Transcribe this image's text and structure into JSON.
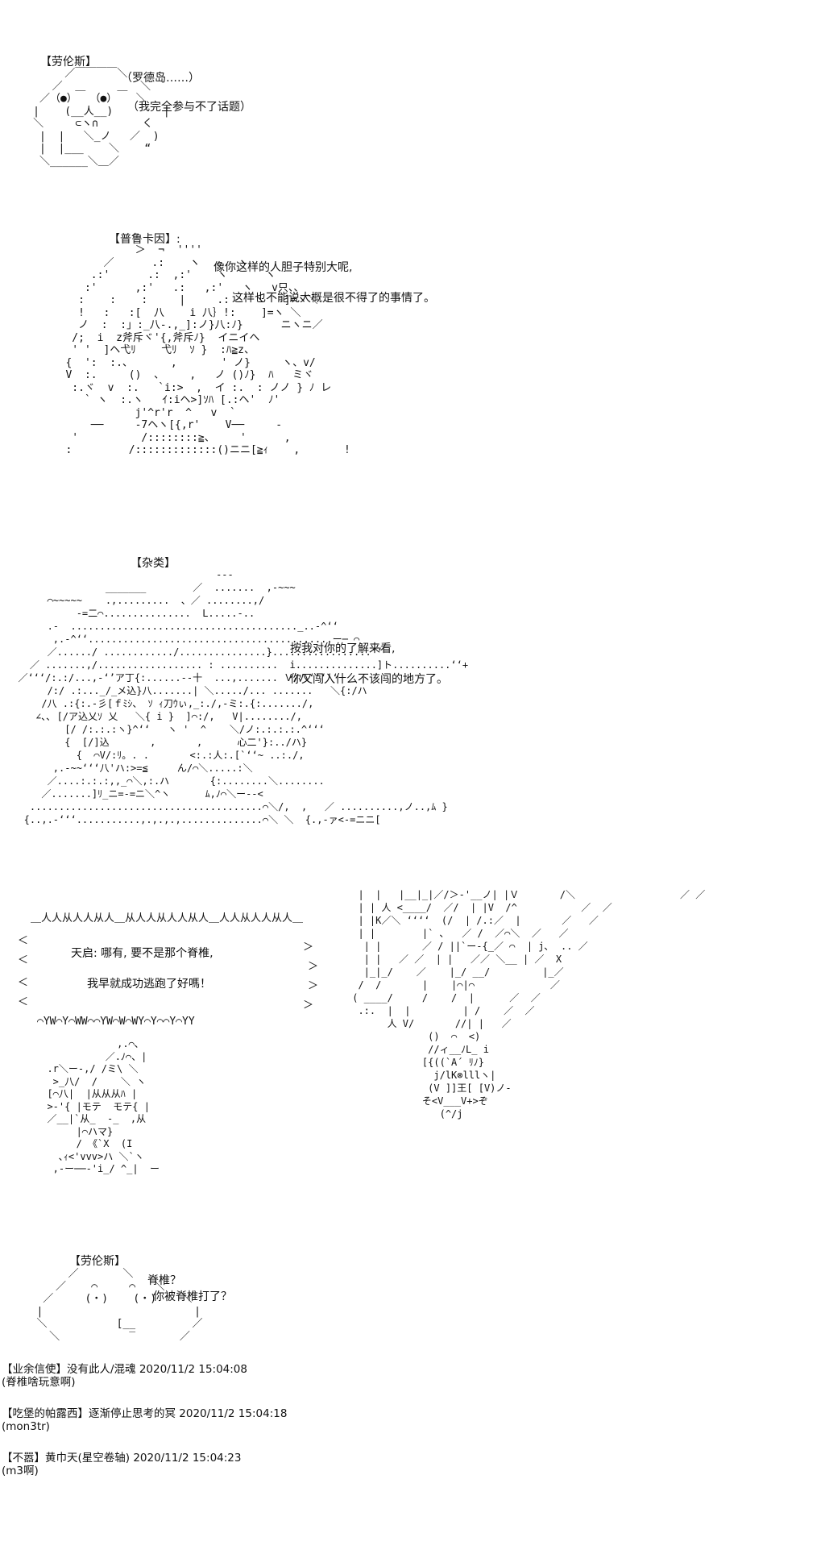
{
  "scene1": {
    "title": "【劳伦斯】",
    "lines": [
      "（罗德岛……）",
      "（我完全参与不了话题）"
    ],
    "art": "          ／￣￣￣￣＼\n        ／  ＿     ＿  ＼\n      ／（●）  （●）   ＼\n     |    (__人__)        |\n     ＼     ⊂ヽ∩       く\n      |  |   ＼_ノ   ／  )\n      |  |___    ＼    “\n      ＼______＼＿／"
  },
  "scene2": {
    "title": "【普鲁卡因】:",
    "lines": [
      "像你这样的人胆子特别大呢,",
      "这样也不能说大概是很不得了的事情了。"
    ],
    "art": "              ＞  ¬  ''''\n         ／      .:    ヽ      ヽ\n       .:'      .:  ,:'    ヽ      ヽ\n      :'      ,:'   .:   ,:'   ヽ   v只、、\n     :    :    :     |     .:    ヽ   ]=ヽ＼\n     !   :   :[  八    i 八｝!:    ]=ヽ ＼\n     ノ  :  :」:_八-.,_]:ノ}八:ﾉ}      ニヽニ／\n    /;  i  z斧斥ヾ'{,斧斥ﾉ}  イニイヘ\n    ' '  ]ヘ弋ﾘ    弋ﾘ  ｿ }  :ﾊ≧z、\n   {  ':  :.、      ,       ' ノ}     ヽ、v/\n   V  :.     ()  、    ,   ノ ()ﾉ}  ﾊ   ミヾ\n    :.ヾ  v  :.   `i:>  ,  イ :.  : ノノ } ﾉ レ\n      ` ヽ  :.ヽ   ｲ:iヘ>]ｿﾊ [.:ヘ'  ﾉ'\n              j'^r'r  ^   v  `\n       ──     -7ヘヽ[{,r'    V──     -\n    '          /::::::::≧、    '      ,\n   :         /:::::::::::::()ニニ[≧ｨ    ,       !"
  },
  "scene3": {
    "title": "【杂类】",
    "lines": [
      "按我对你的了解来看,",
      "你又闯入什么不该闯的地方了。"
    ],
    "art": "                                    ---\n                 _______        ／  .......  ,-~~~\n       ⌒~~~~~    .,.........  、／ ........,/\n            -=二⌒...............  L.....-..\n       .-  ......................................._..-^‘‘\n        ,.-^‘‘..........................................ー─ ⌒\n       ／....../ ............/...............}.................‘‘\n    ／ .......,/.................. : ..........  i..............]ト..........‘‘+\n  ／‘‘‘/:.:/...,-‘’ア丁{:......--十  ...,....... Ｖ/ハ‘‘‘‘‘\n       /:/ .:..._/_メ込}八.......| ＼...../... .......   ＼{:/ハ\n      /八 .:{:.-彡[ｆﾐｼ、 ｿ ｨ刀ｳぃ,_:./,-ミ:.{:......./,\n     ∠､､ [/ア込乂ｿ 乂   ＼{ i }  ]⌒:/,   V|......../,\n          [/ /:.:.:ヽ}^‘‘   ヽ '  ^    ＼/ノ:.:.:.:.^‘‘‘\n          {  [/]込       ,       ,      心二'}:../ハ}\n            {  ⌒V/:ﾘ。. .       <:.:人:.[`‘‘~ ..:./,\n        ,.-~~‘‘‘八'ハ:>=≦     ん/⌒＼.....:＼\n       ／....:.:.:,,_⌒＼,:.ハ       {:........＼........\n      ／.......]ﾘ_ニ=-=ニ＼^ヽ      ﾑ,ﾉ⌒＼ー--<\n    ........................................⌒＼/,  ,   ／ ..........,ノ..,ﾑ }\n   {..,.-‘‘‘...........,.,.,.,..............⌒＼ ＼  {.,-ァ<-=ニニ["
  },
  "scene4": {
    "bubble_lines": [
      "天启: 哪有, 要不是那个脊椎,",
      "我早就成功逃跑了好嗎！"
    ],
    "bubble_top": "＿人人从人人从人＿从人人从人人从人＿人人从人人从人＿",
    "bubble_bottom": "⌒YW⌒Y⌒WW⌒⌒YW⌒W⌒WY⌒Y⌒⌒Y⌒YY",
    "art_small": "              ,.⌒､\n            ／.ﾉ⌒、|\n  .r＼ー-,/ /ミ\\ ＼\n   >_八/  /    ＼ ヽ\n  [⌒八|  |从从从ﾊ |\n  >-'{ |モテ  モテ{ |\n  ／__|`从_  -_  ,从\n       |⌒ハマ}\n       / 《`X  (I\n    ､ｨ<'vvv>ハ ＼`ヽ\n   ,-ー──‐'i_/ ^_|  ー",
    "art_large": "  |  |   |__|_|／/＞‐'__ノ| |Ｖ       /＼                  ／ ／\n  | | 人 <____/  ／/  | |V  /^           ／  ／\n  | |K／＼ ‘‘‘‘  (/  | /.:／  |       ／   ／\n  | |        |` ､   ／ /  ／⌒＼  ／   ／\n   | |       ／ / ||`ー-{_／ ⌒  | j､  .. ／\n   | |   ／ ／  | |   ／／ ＼__ | ／  X\n   |_|_/    ／    |_/ __/         |_／\n  /  /       |    |⌒|⌒             ／\n ( ____/     /    /  |      ／  ／\n  .:.  |  |         | /    ／  ／\n       人 V/       //| |   ／\n              ()  ⌒  <)\n              //ィ__ﾉL_ i\n             [{((`A´ ﾘﾉ}\n               j/lK⊗lllヽ|\n              (V ]]王[ [V)ノ‐\n             そ<V___V+>ぞ\n                (^/j"
  },
  "scene5": {
    "title": "【劳伦斯】",
    "lines": [
      "脊椎？",
      "你被脊椎打了？"
    ],
    "art": "        ／       ＼\n      ／    ⌒     ⌒   ＼\n    ／     (・)    (・)    ＼\n   |                        |\n   ＼           [__         ／\n     ＼           ‾       ／"
  },
  "comments": [
    {
      "header": "【业余信使】没有此人/混魂 2020/11/2 15:04:08",
      "body": "(脊椎啥玩意啊)"
    },
    {
      "header": "【吃堡的帕露西】逐渐停止思考的冥 2020/11/2 15:04:18",
      "body": "(mon3tr)"
    },
    {
      "header": "【不嚣】黄巾天(星空卷轴) 2020/11/2 15:04:23",
      "body": "(m3啊)"
    }
  ]
}
